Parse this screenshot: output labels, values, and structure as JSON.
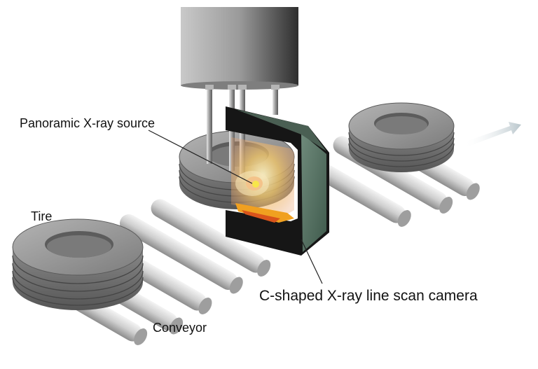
{
  "labels": {
    "xray_source": "Panoramic X-ray source",
    "tire": "Tire",
    "camera": "C-shaped X-ray line scan camera",
    "conveyor": "Conveyor"
  },
  "colors": {
    "tire": "#6b6b6b",
    "camera_frame": "#1a1a1a",
    "camera_face": "#5f7a6b",
    "glow": "#f7d34a",
    "roller": "#cfcfcf",
    "arrow": "#cfd8dc"
  },
  "icons": {
    "direction": "arrow-right-icon"
  }
}
